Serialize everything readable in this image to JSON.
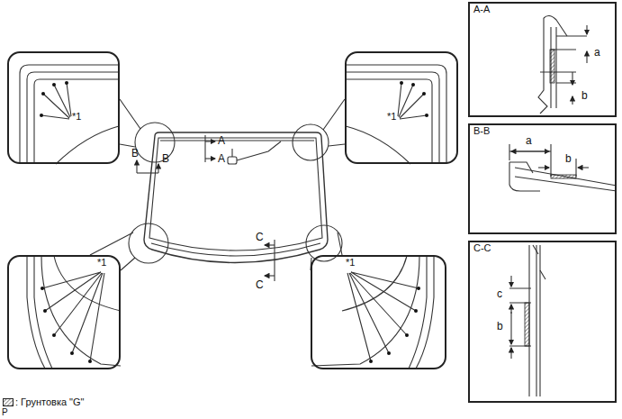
{
  "diagram": {
    "nodes": [
      {
        "text": [
          "*1"
        ]
      },
      {
        "text": [
          "A-A",
          "a",
          "b"
        ]
      },
      {
        "text": [
          "*1"
        ]
      },
      {
        "text": [
          "B-B",
          "a",
          "b"
        ]
      },
      {
        "text": [
          "*1"
        ]
      },
      {
        "text": [
          "*1"
        ]
      },
      {
        "text": [
          "C-C",
          "c",
          "b"
        ]
      }
    ],
    "labels": [
      "A",
      "A",
      "B",
      "B",
      "C",
      "C",
      "P"
    ],
    "legend": [
      {
        "text": ": Грунтовка \"G\""
      }
    ]
  }
}
